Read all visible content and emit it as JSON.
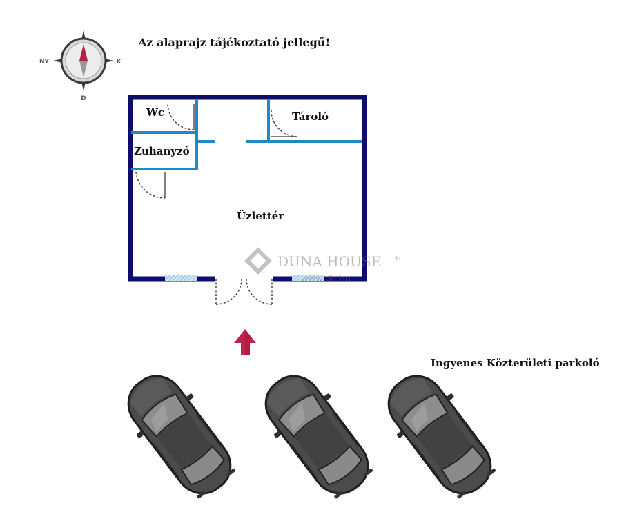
{
  "notice": "Az alaprajz tájékoztató jellegű!",
  "compass": {
    "west": "NY",
    "east": "K",
    "south": "D"
  },
  "rooms": {
    "wc": "Wc",
    "storage": "Tároló",
    "shower": "Zuhanyzó",
    "shop": "Üzlettér"
  },
  "watermark": {
    "brand": "DUNA HOUSE",
    "registered": "®",
    "url": "www.dh.hu"
  },
  "parking_label": "Ingyenes Közterületi parkoló",
  "colors": {
    "outer_wall": "#0d0d6e",
    "inner_wall": "#1a8bc4",
    "door_swing": "#444444",
    "arrow": "#c0234b",
    "car_body": "#4a4a4a",
    "car_glass": "#8a8a8a",
    "window_hatch": "#9ec9e6"
  }
}
